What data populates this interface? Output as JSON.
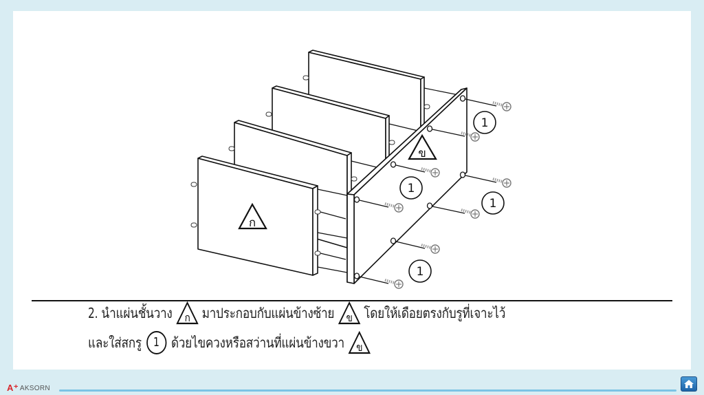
{
  "diagram": {
    "description": "Exploded isometric assembly drawing: four shelf boards (ก) being attached to a side panel (ข) with screws (1)",
    "parts": {
      "shelf_label": "ก",
      "side_panel_label": "ข",
      "screw_label": "1"
    },
    "screw_callouts": [
      "1",
      "1",
      "1",
      "1"
    ]
  },
  "instruction": {
    "line1": {
      "step": "2.",
      "text_a": "นำแผ่นชั้นวาง",
      "symbol_a": "ก",
      "text_b": "มาประกอบกับแผ่นข้างซ้าย",
      "symbol_b": "ข",
      "text_c": "โดยให้เดือยตรงกับรูที่เจาะไว้"
    },
    "line2": {
      "text_a": "และใส่สกรู",
      "symbol_a": "1",
      "text_b": "ด้วยไขควงหรือสว่านที่แผ่นข้างขวา",
      "symbol_b": "ข"
    }
  },
  "footer": {
    "logo_text": "AKSORN",
    "home_button": "home"
  },
  "colors": {
    "background": "#d9edf3",
    "panel": "#ffffff",
    "footer_line": "#7cc3e4",
    "logo_red": "#d8262b",
    "home_blue": "#2a77bf"
  }
}
